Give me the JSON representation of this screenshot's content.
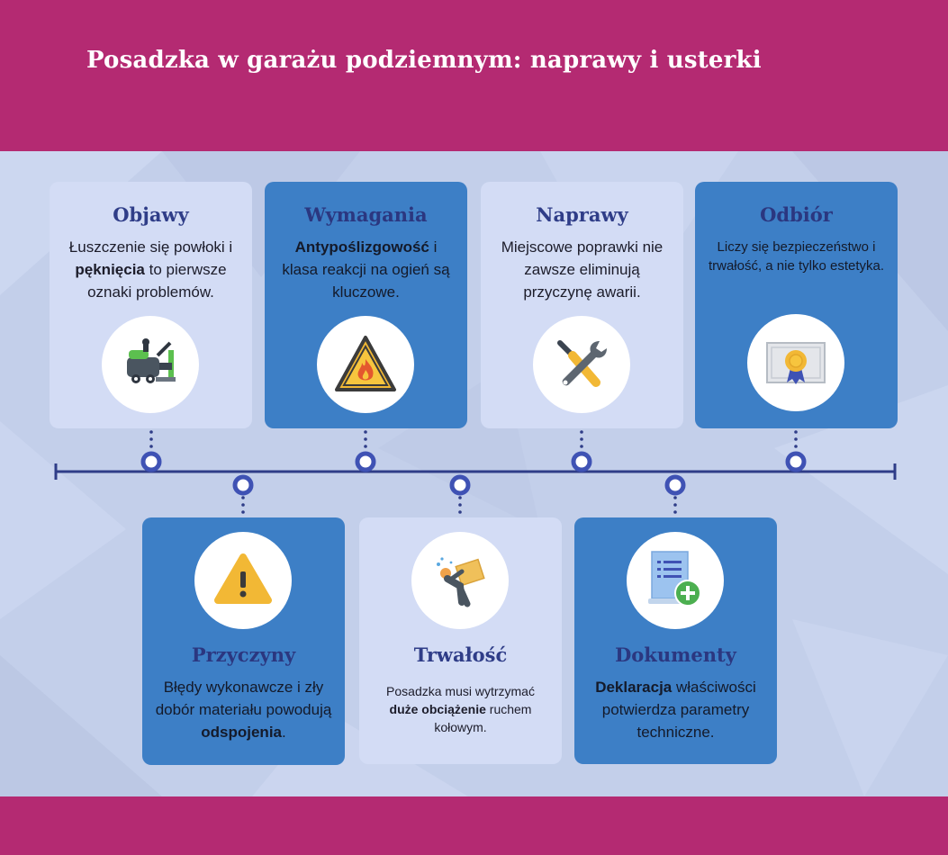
{
  "page": {
    "title": "Posadzka w garażu podziemnym: naprawy i usterki"
  },
  "colors": {
    "header": "#b42a72",
    "background": "#c3cfea",
    "card_light": "#d3dcf5",
    "card_dark": "#3d7fc6",
    "timeline": "#2f3d88",
    "title_text": "#2f3d88"
  },
  "cards": [
    {
      "title": "Objawy",
      "text_parts": [
        {
          "text": "Łuszczenie się powłoki i ",
          "bold": false
        },
        {
          "text": "pęknięcia",
          "bold": true
        },
        {
          "text": " to pierwsze oznaki problemów.",
          "bold": false
        }
      ],
      "icon": "floor-scrubber-icon"
    },
    {
      "title": "Wymagania",
      "text_parts": [
        {
          "text": "Antypoślizgowość",
          "bold": true
        },
        {
          "text": " i klasa reakcji na ogień są kluczowe.",
          "bold": false
        }
      ],
      "icon": "fire-warning-icon"
    },
    {
      "title": "Naprawy",
      "text_parts": [
        {
          "text": "Miejscowe poprawki nie zawsze eliminują przyczynę awarii.",
          "bold": false
        }
      ],
      "icon": "tools-icon"
    },
    {
      "title": "Odbiór",
      "text_parts": [
        {
          "text": "Liczy się bezpieczeństwo i trwałość, a nie tylko estetyka.",
          "bold": false
        }
      ],
      "icon": "certificate-icon"
    },
    {
      "title": "Przyczyny",
      "text_parts": [
        {
          "text": "Błędy wykonawcze i zły dobór materiału powodują ",
          "bold": false
        },
        {
          "text": "odspojenia",
          "bold": true
        },
        {
          "text": ".",
          "bold": false
        }
      ],
      "icon": "warning-icon"
    },
    {
      "title": "Trwałość",
      "text_parts": [
        {
          "text": "Posadzka musi wytrzymać ",
          "bold": false
        },
        {
          "text": "duże obciążenie",
          "bold": true
        },
        {
          "text": " ruchem kołowym.",
          "bold": false
        }
      ],
      "icon": "heavy-load-icon"
    },
    {
      "title": "Dokumenty",
      "text_parts": [
        {
          "text": "Deklaracja",
          "bold": true
        },
        {
          "text": " właściwości potwierdza parametry techniczne.",
          "bold": false
        }
      ],
      "icon": "document-add-icon"
    }
  ]
}
